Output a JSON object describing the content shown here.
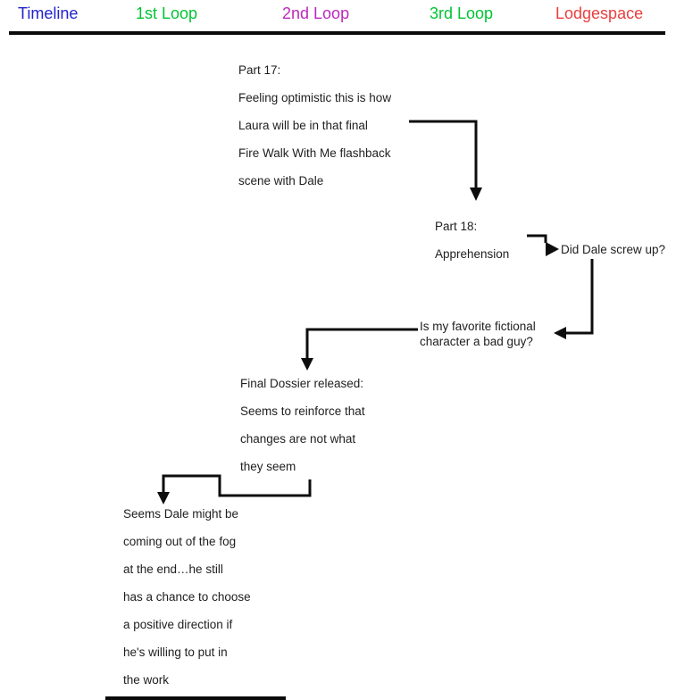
{
  "header": {
    "columns": [
      {
        "label": "Timeline",
        "color": "#2222CC"
      },
      {
        "label": "1st Loop",
        "color": "#00C433"
      },
      {
        "label": "2nd Loop",
        "color": "#BD28BD"
      },
      {
        "label": "3rd Loop",
        "color": "#00C433"
      },
      {
        "label": "Lodgespace",
        "color": "#EA3E3E"
      }
    ],
    "rule_color": "#0a0a0a"
  },
  "nodes": {
    "part17": {
      "lines": {
        "0": "Part 17:",
        "1": "Feeling optimistic this is how",
        "2": "Laura will be in that final",
        "3": "Fire Walk With Me flashback",
        "4": "scene with Dale"
      }
    },
    "part18": {
      "lines": {
        "0": "Part 18:",
        "1": "Apprehension"
      }
    },
    "dale_screw_up": {
      "text": "Did Dale screw up?"
    },
    "bad_guy": {
      "lines": {
        "0": "Is my favorite fictional",
        "1": "character a bad guy?"
      }
    },
    "final_dossier": {
      "lines": {
        "0": "Final Dossier released:",
        "1": "Seems to reinforce that",
        "2": "changes are not what",
        "3": "they seem"
      }
    },
    "fog": {
      "lines": {
        "0": "Seems Dale might be",
        "1": "coming out of the fog",
        "2": "at the end…he still",
        "3": "has a chance to choose",
        "4": "a positive direction if",
        "5": "he's willing to put in",
        "6": "the work"
      }
    }
  },
  "arrow_color": "#0d0d0d",
  "text_color": "#1e1e1e"
}
